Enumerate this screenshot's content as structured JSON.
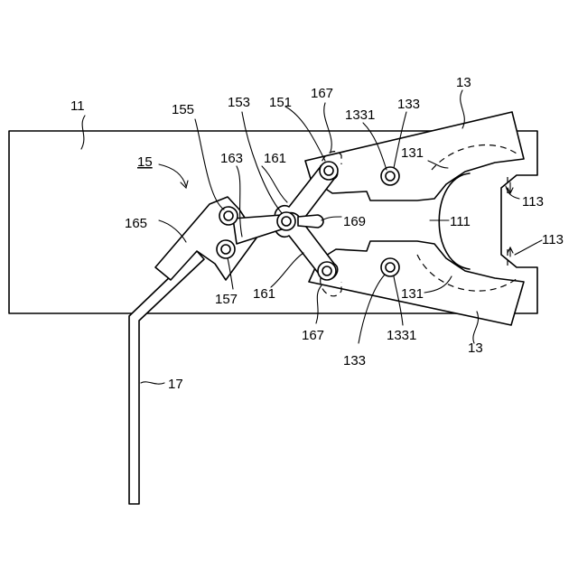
{
  "labels": {
    "base_plate": "11",
    "jaw_top": "13",
    "jaw_bottom": "13",
    "jaw_pin_top": "133",
    "jaw_pin_bottom": "133",
    "jaw_hole_top": "1331",
    "jaw_hole_bottom": "1331",
    "jaw_cutout_top": "131",
    "jaw_cutout_bottom": "131",
    "mechanism": "15",
    "pivot_top": "151",
    "pivot_center": "153",
    "pivot_left_upper": "155",
    "pivot_left_lower": "157",
    "link_top": "161",
    "link_bottom": "161",
    "link_left": "163",
    "block": "165",
    "slot_top": "167",
    "slot_bottom": "167",
    "slot_center": "169",
    "opening": "111",
    "notch_top": "113",
    "notch_bottom": "113",
    "lever": "17"
  }
}
